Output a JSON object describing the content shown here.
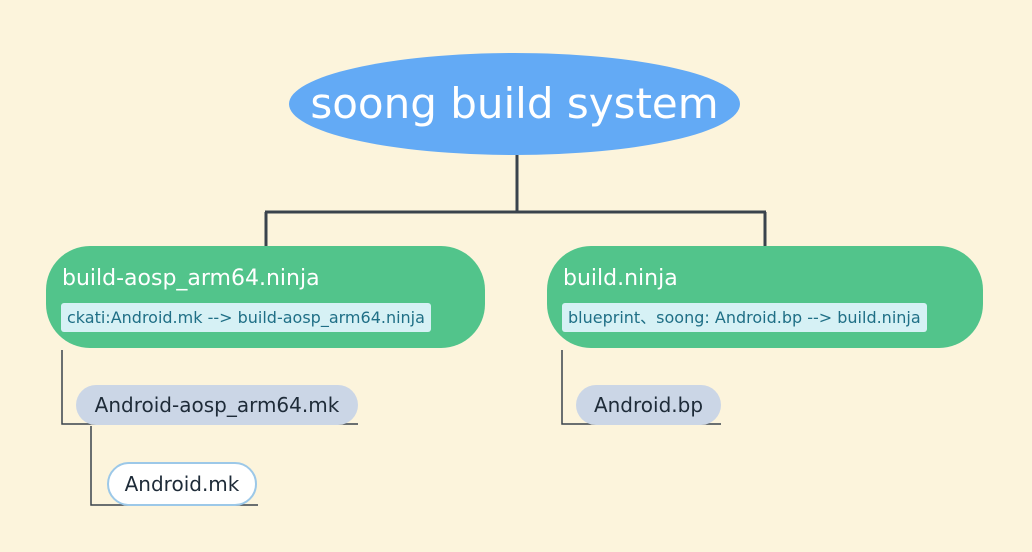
{
  "root": {
    "label": "soong build system"
  },
  "branches": [
    {
      "title": "build-aosp_arm64.ninja",
      "note": "ckati:Android.mk --> build-aosp_arm64.ninja",
      "children": [
        {
          "label": "Android-aosp_arm64.mk",
          "children": [
            {
              "label": "Android.mk"
            }
          ]
        }
      ]
    },
    {
      "title": "build.ninja",
      "note": "blueprint、soong: Android.bp --> build.ninja",
      "children": [
        {
          "label": "Android.bp"
        }
      ]
    }
  ],
  "colors": {
    "background": "#fcf4dc",
    "root_fill": "#63aaf5",
    "branch_fill": "#52c48b",
    "note_fill": "#d6f1f5",
    "leaf_fill": "#cbd6e6",
    "outline_leaf_border": "#9cc8e8",
    "connector": "#3a434c"
  }
}
